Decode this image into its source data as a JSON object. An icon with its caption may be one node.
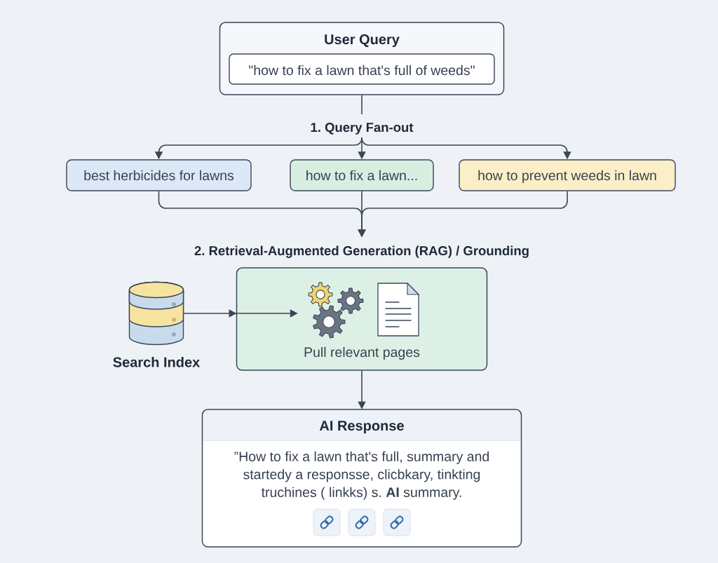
{
  "diagram": {
    "nodes": [
      {
        "text": [
          "User Query"
        ]
      },
      {
        "text": [
          "\"how to fix a lawn that's full of weeds\""
        ],
        "in": 0
      },
      {
        "text": [
          "1. Query Fan-out"
        ]
      },
      {
        "text": [
          "best herbicides for lawns"
        ]
      },
      {
        "text": [
          "how to fix a lawn..."
        ]
      },
      {
        "text": [
          "how to prevent weeds in lawn"
        ]
      },
      {
        "text": [
          "2. Retrieval-Augmented Generation (RAG) / Grounding"
        ]
      },
      {
        "text": [],
        "shape": "cylinder",
        "beside": [
          "Search Index"
        ]
      },
      {
        "text": [
          "Pull relevant pages"
        ]
      },
      {
        "text": [],
        "shape": "picture",
        "in": 8
      },
      {
        "text": [
          "AI Response",
          "”How to fix a lawn that's full, summary and startedy a responsse, clicbkary, tinkting truchines ( linkks) s. **AI** summary."
        ]
      }
    ],
    "edges": [
      {
        "from": 0,
        "to": 2,
        "arrow": "none"
      },
      {
        "from": 2,
        "to": 3,
        "arrow": "to"
      },
      {
        "from": 2,
        "to": 4,
        "arrow": "to"
      },
      {
        "from": 2,
        "to": 5,
        "arrow": "to"
      },
      {
        "from": 3,
        "to": 6,
        "arrow": "to"
      },
      {
        "from": 4,
        "to": 6,
        "arrow": "to"
      },
      {
        "from": 5,
        "to": 6,
        "arrow": "to"
      },
      {
        "from": 7,
        "to": 9,
        "arrow": "to"
      },
      {
        "from": 8,
        "to": 10,
        "arrow": "to"
      }
    ]
  }
}
